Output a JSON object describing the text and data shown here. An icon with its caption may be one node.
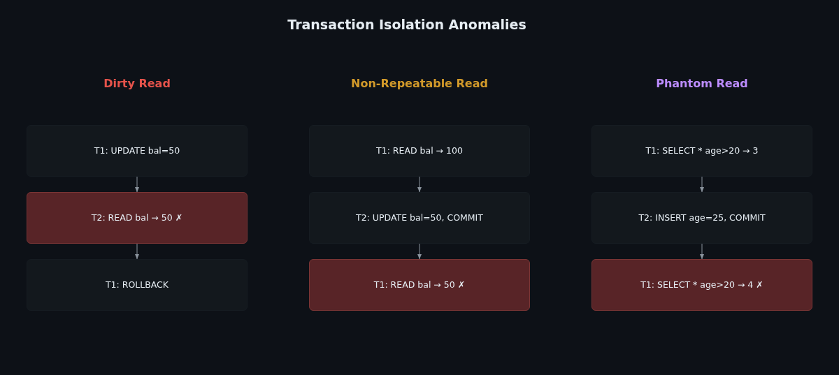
{
  "diagram": {
    "title": "Transaction Isolation Anomalies",
    "nodes": [
      {
        "text": [
          "T1: UPDATE bal=50"
        ]
      },
      {
        "text": [
          "T2: READ bal → 50 ✗"
        ]
      },
      {
        "text": [
          "T1: ROLLBACK"
        ]
      },
      {
        "text": [
          "T1: READ bal → 100"
        ]
      },
      {
        "text": [
          "T2: UPDATE bal=50, COMMIT"
        ]
      },
      {
        "text": [
          "T1: READ bal → 50 ✗"
        ]
      },
      {
        "text": [
          "T1: SELECT * age>20 → 3"
        ]
      },
      {
        "text": [
          "T2: INSERT age=25, COMMIT"
        ]
      },
      {
        "text": [
          "T1: SELECT * age>20 → 4 ✗"
        ]
      }
    ],
    "edges": [
      {
        "from": 0,
        "to": 1,
        "arrow": "to"
      },
      {
        "from": 1,
        "to": 2,
        "arrow": "to"
      },
      {
        "from": 3,
        "to": 4,
        "arrow": "to"
      },
      {
        "from": 4,
        "to": 5,
        "arrow": "to"
      },
      {
        "from": 6,
        "to": 7,
        "arrow": "to"
      },
      {
        "from": 7,
        "to": 8,
        "arrow": "to"
      }
    ],
    "labels": [
      "Dirty Read",
      "Non-Repeatable Read",
      "Phantom Read"
    ]
  }
}
